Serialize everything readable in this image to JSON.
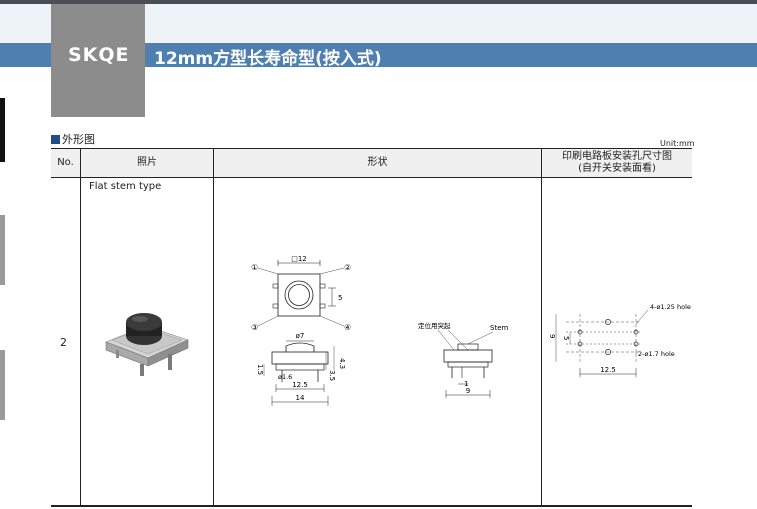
{
  "header": {
    "code": "SKQE",
    "title": "12mm方型长寿命型(按入式)"
  },
  "section": {
    "title": "外形图",
    "unit": "Unit:mm"
  },
  "table": {
    "columns": [
      "No.",
      "照片",
      "形状",
      "印刷电路板安装孔尺寸图",
      "(自开关安装面看)"
    ],
    "row": {
      "no": "2",
      "photo_label": "Flat stem type"
    }
  },
  "drawing": {
    "top_view": {
      "width_label": "□12",
      "pitch_label": "5",
      "pins": [
        "①",
        "②",
        "③",
        "④"
      ]
    },
    "front_view": {
      "stem_dia": "ø7",
      "height_a": "4.3",
      "height_b": "3.5",
      "base_h": "1.5",
      "pin_dia": "ø1.6",
      "inner_w": "12.5",
      "outer_w": "14"
    },
    "side_view": {
      "boss_label": "定位用突起",
      "stem_label": "Stem",
      "pin_label": "1",
      "width_label": "9"
    },
    "pcb": {
      "hole_a": "4-ø1.25 hole",
      "hole_b": "2-ø1.7 hole",
      "height_label": "9",
      "pitch_label": "5",
      "width_label": "12.5"
    }
  }
}
